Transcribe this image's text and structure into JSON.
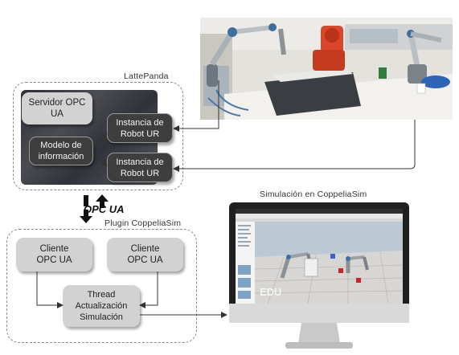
{
  "lattepanda": {
    "label": "LattePanda",
    "servidor": "Servidor OPC\nUA",
    "modelo": "Modelo de\ninformación",
    "instancia_1": "Instancia de\nRobot UR",
    "instancia_2": "Instancia de\nRobot UR"
  },
  "opcua_logo_text": "OPC UA",
  "plugin": {
    "label": "Plugin CoppeliaSim",
    "cliente_1": "Cliente\nOPC UA",
    "cliente_2": "Cliente\nOPC UA",
    "thread": "Thread\nActualización\nSimulación"
  },
  "simulation": {
    "label": "Simulación en CoppeliaSim",
    "watermark": "EDU"
  },
  "colors": {
    "box_light": "#d2d2d2",
    "box_dark": "#3e3e3e",
    "dashed_border": "#8a8a8a",
    "arrow": "#333333",
    "robot_orange": "#d9462a",
    "sim_sky": "#aebfce"
  }
}
